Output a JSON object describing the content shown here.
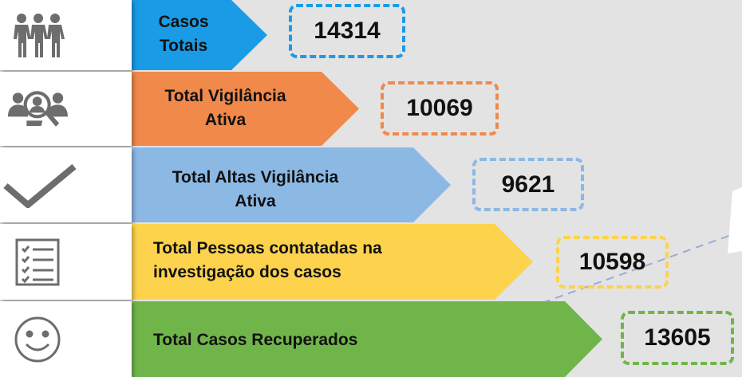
{
  "rows": [
    {
      "label_lines": [
        "Casos",
        "Totais"
      ],
      "value": "14314",
      "color": "#1a9be6",
      "icon": "people-group-icon"
    },
    {
      "label_lines": [
        "Total Vigilância",
        "Ativa"
      ],
      "value": "10069",
      "color": "#f0894a",
      "icon": "people-search-icon"
    },
    {
      "label_lines": [
        "Total Altas Vigilância",
        "Ativa"
      ],
      "value": "9621",
      "color": "#8cb8e4",
      "icon": "checkmark-icon"
    },
    {
      "label_lines": [
        "Total Pessoas contatadas na",
        "investigação dos casos"
      ],
      "value": "10598",
      "color": "#fdd34d",
      "icon": "checklist-icon"
    },
    {
      "label_lines": [
        "Total Casos Recuperados"
      ],
      "value": "13605",
      "color": "#70b54a",
      "icon": "smiley-face-icon"
    }
  ]
}
